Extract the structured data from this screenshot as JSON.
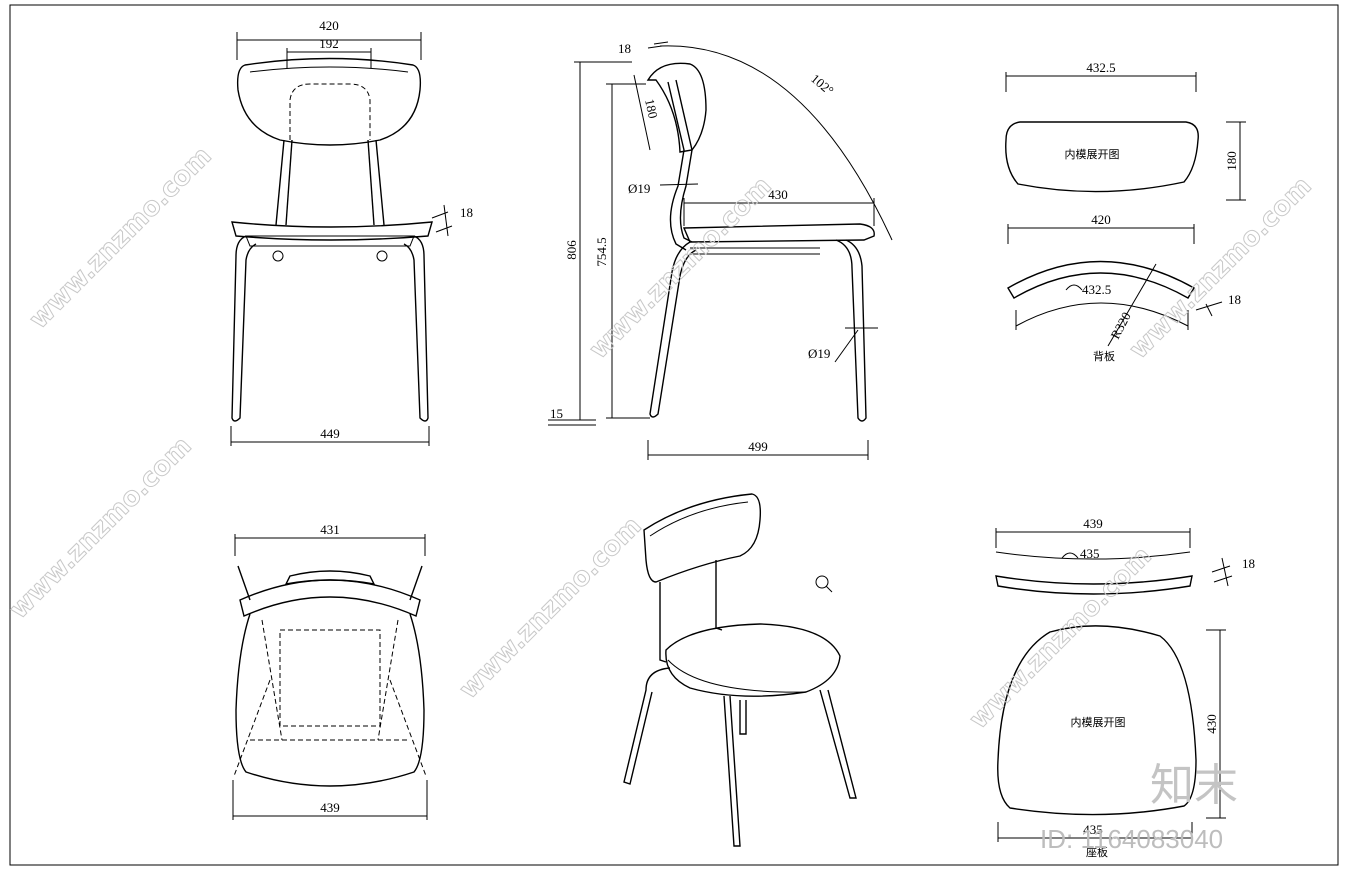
{
  "front_view": {
    "top_width": "420",
    "inner_width": "192",
    "thickness": "18",
    "base_width": "449"
  },
  "side_view": {
    "thickness_top": "18",
    "back_height": "180",
    "angle": "102°",
    "total_height": "806",
    "seat_height": "754.5",
    "tube_upper": "Ø19",
    "seat_depth": "430",
    "tube_lower": "Ø19",
    "foot": "15",
    "depth": "499"
  },
  "back_panel": {
    "width": "432.5",
    "height": "180",
    "unfold_label": "内模展开图",
    "chord": "420",
    "arc": "432.5",
    "radius": "R320",
    "thickness": "18",
    "label": "背板"
  },
  "top_view": {
    "top_width": "431",
    "bottom_width": "439"
  },
  "seat_panel": {
    "chord": "439",
    "arc": "435",
    "thickness": "18",
    "height": "430",
    "unfold_label": "内模展开图",
    "bottom_width": "435",
    "label": "座板"
  },
  "watermark": {
    "site": "www.znzmo.com",
    "brand": "知末",
    "id": "ID: 1164083040"
  }
}
